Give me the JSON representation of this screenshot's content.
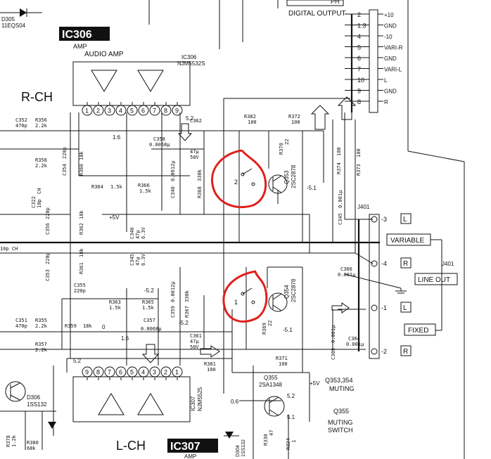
{
  "ic306": {
    "badge": "IC306",
    "role": "AMP",
    "function": "AUDIO AMP",
    "part_ref": "IC306",
    "part_no": "NJM5532S",
    "pins": [
      "1",
      "2",
      "3",
      "4",
      "5",
      "6",
      "7",
      "8",
      "9"
    ]
  },
  "ic307": {
    "badge": "IC307",
    "role": "AMP",
    "part_ref": "IC307",
    "part_no": "NJM5525",
    "pins": [
      "9",
      "8",
      "7",
      "6",
      "5",
      "4",
      "3",
      "2",
      "1"
    ]
  },
  "channels": {
    "right": "R-CH",
    "left": "L-CH"
  },
  "digital_output": {
    "title": "DIGITAL OUTPUT",
    "connector_ref": "PH",
    "pins": [
      {
        "num": "2",
        "signal": "+10"
      },
      {
        "num": "1.3",
        "signal": "GND"
      },
      {
        "num": "4",
        "signal": "-10"
      },
      {
        "num": "5",
        "signal": "VARI-R"
      },
      {
        "num": "6",
        "signal": "GND"
      },
      {
        "num": "7",
        "signal": "VARI-L"
      },
      {
        "num": "10",
        "signal": "L"
      },
      {
        "num": "9",
        "signal": "GND"
      },
      {
        "num": "8",
        "signal": "R"
      }
    ]
  },
  "line_out": {
    "jack_ref": "J401",
    "jack_label": "J401",
    "title": "LINE OUT",
    "variable_label": "VARIABLE",
    "fixed_label": "FIXED",
    "terminals": [
      {
        "pin": "-3",
        "channel": "L"
      },
      {
        "pin": "-4",
        "channel": "R"
      },
      {
        "pin": "-1",
        "channel": "L"
      },
      {
        "pin": "-2",
        "channel": "R"
      }
    ]
  },
  "muting": {
    "q353_354_label": "Q353,354",
    "muting_label": "MUTING",
    "q355_label": "Q355",
    "muting_switch_label_1": "MUTING",
    "muting_switch_label_2": "SWITCH"
  },
  "transistors": [
    {
      "ref": "Q353",
      "part": "2SC2878"
    },
    {
      "ref": "Q354",
      "part": "2SC2878"
    },
    {
      "ref": "Q355",
      "part": "2SA1348"
    }
  ],
  "diodes": [
    {
      "ref": "D305",
      "part": "11EQS04"
    },
    {
      "ref": "D306",
      "part": "1SS132"
    },
    {
      "ref": "D304",
      "part": "1SS132"
    }
  ],
  "components": {
    "c352": {
      "ref": "C352",
      "value": "470p"
    },
    "r356": {
      "ref": "R356",
      "value": "2.2k"
    },
    "r358": {
      "ref": "R358",
      "value": "2.2k"
    },
    "c354": {
      "ref": "C354",
      "value": "220p"
    },
    "r360": {
      "ref": "R360",
      "value": "18k"
    },
    "r364": {
      "ref": "R364",
      "value": "1.5k"
    },
    "r366": {
      "ref": "R366",
      "value": "1.5k"
    },
    "c358": {
      "ref": "C358",
      "value": "0.0068µ"
    },
    "c340": {
      "ref": "C340",
      "value": "0.0012µ"
    },
    "c362": {
      "ref": "C362",
      "value": "47µ"
    },
    "c362_v": {
      "value": "50V"
    },
    "r368": {
      "ref": "R368",
      "value": "330k"
    },
    "r382": {
      "ref": "R382",
      "value": "100"
    },
    "r372": {
      "ref": "R372",
      "value": "100"
    },
    "r370": {
      "ref": "R370",
      "value": "22"
    },
    "r374": {
      "ref": "R374",
      "value": "100"
    },
    "r373": {
      "ref": "R373",
      "value": "100"
    },
    "c345": {
      "ref": "C345",
      "value": "0.001µ"
    },
    "c366": {
      "ref": "C366",
      "value": "0.001µ"
    },
    "c346": {
      "ref": "C346",
      "value": "47µ"
    },
    "c346_v": {
      "value": "6.3V"
    },
    "c345b": {
      "ref": "C345",
      "value": "47µ"
    },
    "c345b_v": {
      "value": "6.3V"
    },
    "c355": {
      "ref": "C355",
      "value": "220p"
    },
    "r363": {
      "ref": "R363",
      "value": "1.5k"
    },
    "r365": {
      "ref": "R365",
      "value": "1.5k"
    },
    "r359": {
      "ref": "R359",
      "value": "18k"
    },
    "c357": {
      "ref": "C357",
      "value": "0.0068µ"
    },
    "c359": {
      "ref": "C359",
      "value": "0.0012µ"
    },
    "r367": {
      "ref": "R367",
      "value": "330k"
    },
    "c361": {
      "ref": "C361",
      "value": "47µ"
    },
    "c361_v": {
      "value": "50V"
    },
    "r381": {
      "ref": "R381",
      "value": "100"
    },
    "r371": {
      "ref": "R371",
      "value": "100"
    },
    "r369": {
      "ref": "R369",
      "value": "22"
    },
    "c363": {
      "ref": "C363",
      "value": "0.001µ"
    },
    "c364": {
      "ref": "C364",
      "value": "0.001µ"
    },
    "c351": {
      "ref": "C351",
      "value": "470p"
    },
    "r355": {
      "ref": "R355",
      "value": "2.2k"
    },
    "r357": {
      "ref": "R357",
      "value": "2.2k"
    },
    "c353": {
      "ref": "C353",
      "value": "220p"
    },
    "c356": {
      "ref": "C356",
      "value": "220p"
    },
    "r362": {
      "ref": "R362",
      "value": "18k"
    },
    "r361": {
      "ref": "R361",
      "value": "18k"
    },
    "c322": {
      "ref": "C322",
      "value": "10p"
    },
    "c322_ch": {
      "value": "CH"
    },
    "ch10p": {
      "value": "10p CH"
    },
    "r380": {
      "ref": "R380",
      "value": "68k"
    },
    "r378": {
      "ref": "R378",
      "value": "1.2k"
    },
    "r330": {
      "ref": "R330",
      "value": "47"
    },
    "r324": {
      "ref": "R324",
      "value": "1"
    }
  },
  "voltages": {
    "p5v_a": "+5V",
    "p5v_b": "+5V",
    "m5_2a": "-5.2",
    "m5_2b": "-5.2",
    "p5_2a": "5.2",
    "p5_2b": "5.2",
    "p5_2c": "5.2",
    "m5_1a": "-5.1",
    "m5_1b": "-5.1",
    "v1_6a": "1.6",
    "v1_6b": "1.6",
    "v0_6": "0.6",
    "v5_1": "5.1",
    "zero": "0"
  },
  "switch_labels": {
    "sw2": "2",
    "sw1": "1"
  }
}
